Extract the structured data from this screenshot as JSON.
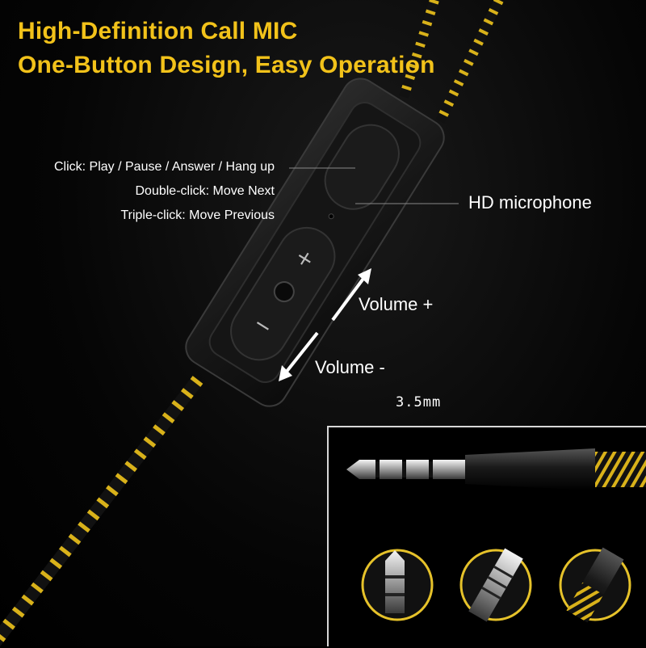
{
  "headline": {
    "line1": "High-Definition Call MIC",
    "line2": "One-Button Design, Easy Operation"
  },
  "functions": {
    "click": "Click: Play / Pause / Answer / Hang up",
    "double_click": "Double-click: Move Next",
    "triple_click": "Triple-click: Move Previous"
  },
  "microphone_label": "HD microphone",
  "volume": {
    "up": "Volume +",
    "down": "Volume -"
  },
  "jack": {
    "label": "3.5mm"
  },
  "colors": {
    "accent": "#f2c21a",
    "text": "#ffffff",
    "background": "#000000"
  }
}
